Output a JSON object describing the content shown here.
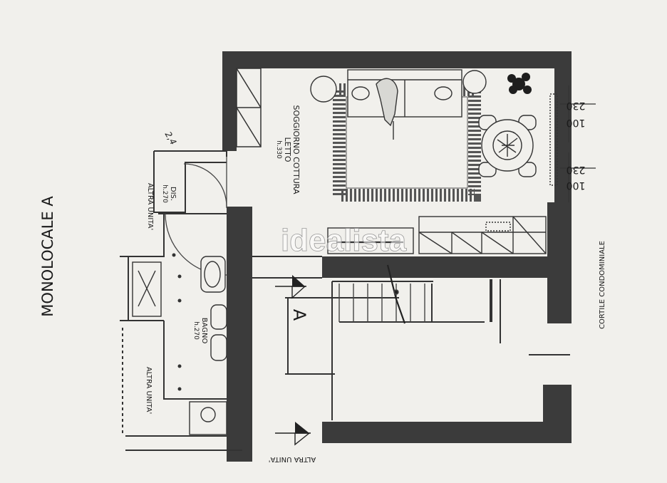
{
  "title": "MONOLOCALE A",
  "rooms": {
    "living": {
      "name": "SOGGIORNO COTTURA",
      "name2": "LETTO",
      "height": "h.330"
    },
    "bath": {
      "name": "BAGNO",
      "height": "h.270"
    },
    "closet": {
      "name": "DIS.",
      "height": "h.270"
    }
  },
  "neighbors": {
    "top": "ALTRA UNITA'",
    "left": "ALTRA UNITA'",
    "bottom": "ALTRA UNITA'"
  },
  "courtyard": "CORTILE CONDOMINIALE",
  "section_marker": "A",
  "window_dims": {
    "w1_width": "230",
    "w1_height": "100",
    "w2_width": "230",
    "w2_height": "100"
  },
  "handwritten_note": "2,4",
  "watermark": "idealista"
}
